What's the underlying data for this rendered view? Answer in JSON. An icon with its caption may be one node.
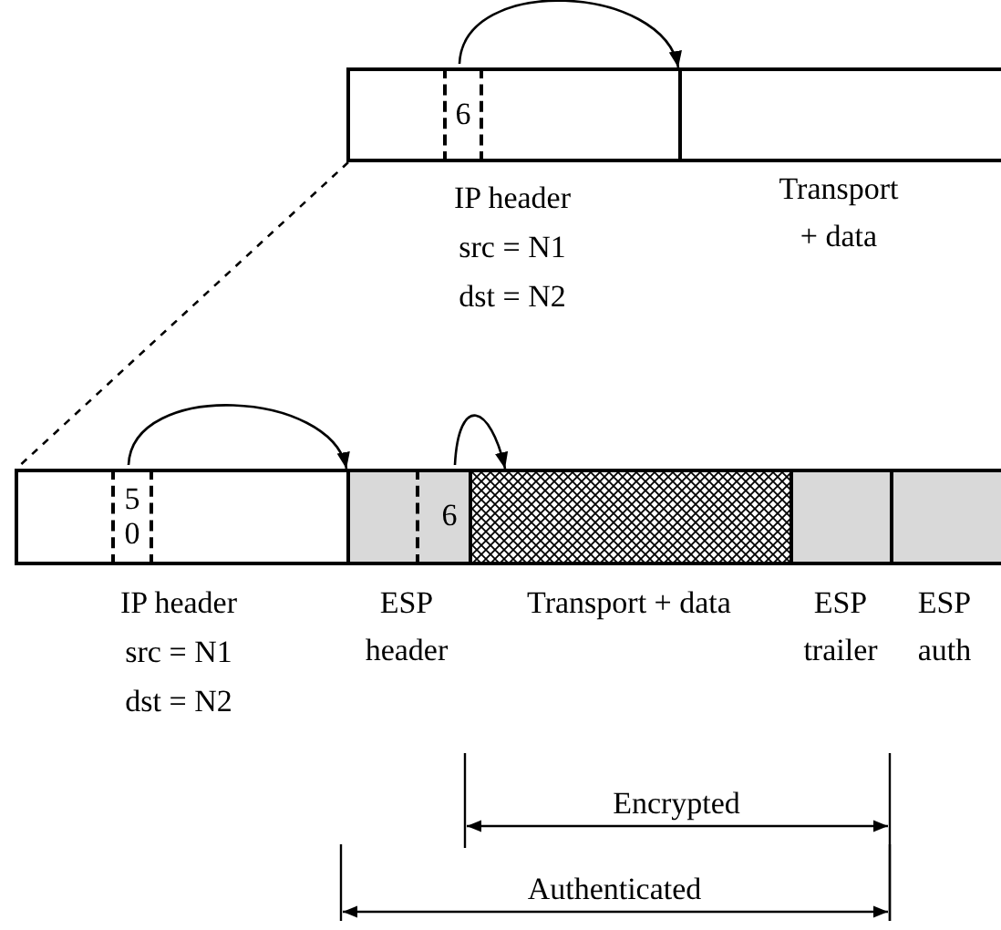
{
  "diagram": {
    "nodes": [
      {
        "text": [],
        "shape": "box",
        "beside": [
          "IP header",
          "src = N1",
          "dst = N2"
        ]
      },
      {
        "text": [
          "6"
        ],
        "in": 0
      },
      {
        "text": [],
        "shape": "box",
        "beside": [
          "Transport + data"
        ]
      },
      {
        "text": [],
        "shape": "box",
        "beside": [
          "IP header",
          "src = N1",
          "dst = N2"
        ]
      },
      {
        "text": [
          "50"
        ],
        "in": 3
      },
      {
        "text": [],
        "shape": "box",
        "beside": [
          "ESP header"
        ]
      },
      {
        "text": [
          "6"
        ],
        "in": 5
      },
      {
        "text": [],
        "shape": "box",
        "beside": [
          "Transport + data"
        ]
      },
      {
        "text": [],
        "shape": "box",
        "beside": [
          "ESP trailer"
        ]
      },
      {
        "text": [],
        "shape": "box",
        "beside": [
          "ESP auth"
        ]
      }
    ],
    "edges": [
      {
        "from": 1,
        "to": 2,
        "arrow": "to"
      },
      {
        "from": 0,
        "to": 3,
        "arrow": "none",
        "style": "dashed"
      },
      {
        "from": 4,
        "to": 5,
        "arrow": "to"
      },
      {
        "from": 6,
        "to": 7,
        "arrow": "to"
      }
    ],
    "labels": [
      "Encrypted",
      "Authenticated"
    ]
  }
}
